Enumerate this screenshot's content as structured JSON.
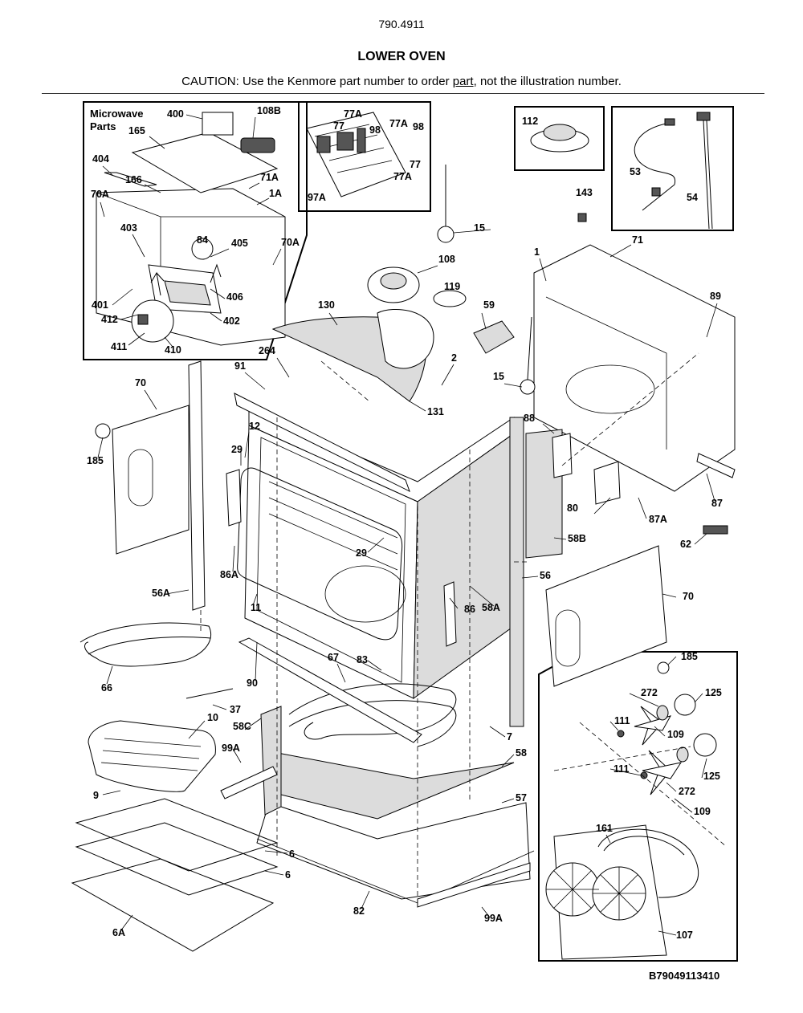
{
  "header": {
    "model_number": "790.4911",
    "title": "LOWER OVEN",
    "caution_prefix": "CAUTION: Use the Kenmore part number to order ",
    "caution_link": "part",
    "caution_suffix": ", not the illustration number."
  },
  "microwave_box": {
    "title": "Microwave Parts"
  },
  "callouts": {
    "c400": "400",
    "c108B": "108B",
    "c165": "165",
    "c404": "404",
    "c166": "166",
    "c71A": "71A",
    "c1A": "1A",
    "c70A_l": "70A",
    "c403": "403",
    "c84": "84",
    "c405": "405",
    "c70A_r": "70A",
    "c401": "401",
    "c406": "406",
    "c412": "412",
    "c402": "402",
    "c411": "411",
    "c410": "410",
    "c77A_1": "77A",
    "c77_1": "77",
    "c98_1": "98",
    "c77A_2": "77A",
    "c98_2": "98",
    "c77_2": "77",
    "c77A_3": "77A",
    "c97A": "97A",
    "c112": "112",
    "c53": "53",
    "c54": "54",
    "c143": "143",
    "c15_top": "15",
    "c108": "108",
    "c71": "71",
    "c1": "1",
    "c119": "119",
    "c59": "59",
    "c89": "89",
    "c130": "130",
    "c264": "264",
    "c2": "2",
    "c15_mid": "15",
    "c91": "91",
    "c131": "131",
    "c70_l": "70",
    "c88": "88",
    "c12": "12",
    "c185_l": "185",
    "c29_top": "29",
    "c80": "80",
    "c87A": "87A",
    "c87": "87",
    "c62": "62",
    "c58B": "58B",
    "c29_bot": "29",
    "c86A": "86A",
    "c56": "56",
    "c70_r": "70",
    "c56A": "56A",
    "c11": "11",
    "c58A": "58A",
    "c86": "86",
    "c185_r": "185",
    "c83": "83",
    "c67": "67",
    "c90": "90",
    "c66": "66",
    "c272_1": "272",
    "c125_1": "125",
    "c37": "37",
    "c111_1": "111",
    "c10": "10",
    "c109_1": "109",
    "c58C": "58C",
    "c7": "7",
    "c99A_l": "99A",
    "c58": "58",
    "c111_2": "111",
    "c125_2": "125",
    "c272_2": "272",
    "c9": "9",
    "c57": "57",
    "c109_2": "109",
    "c161": "161",
    "c6_1": "6",
    "c6_2": "6",
    "c82": "82",
    "c99A_r": "99A",
    "c107": "107",
    "c6A": "6A"
  },
  "footer": {
    "diagram_id": "B79049113410"
  }
}
